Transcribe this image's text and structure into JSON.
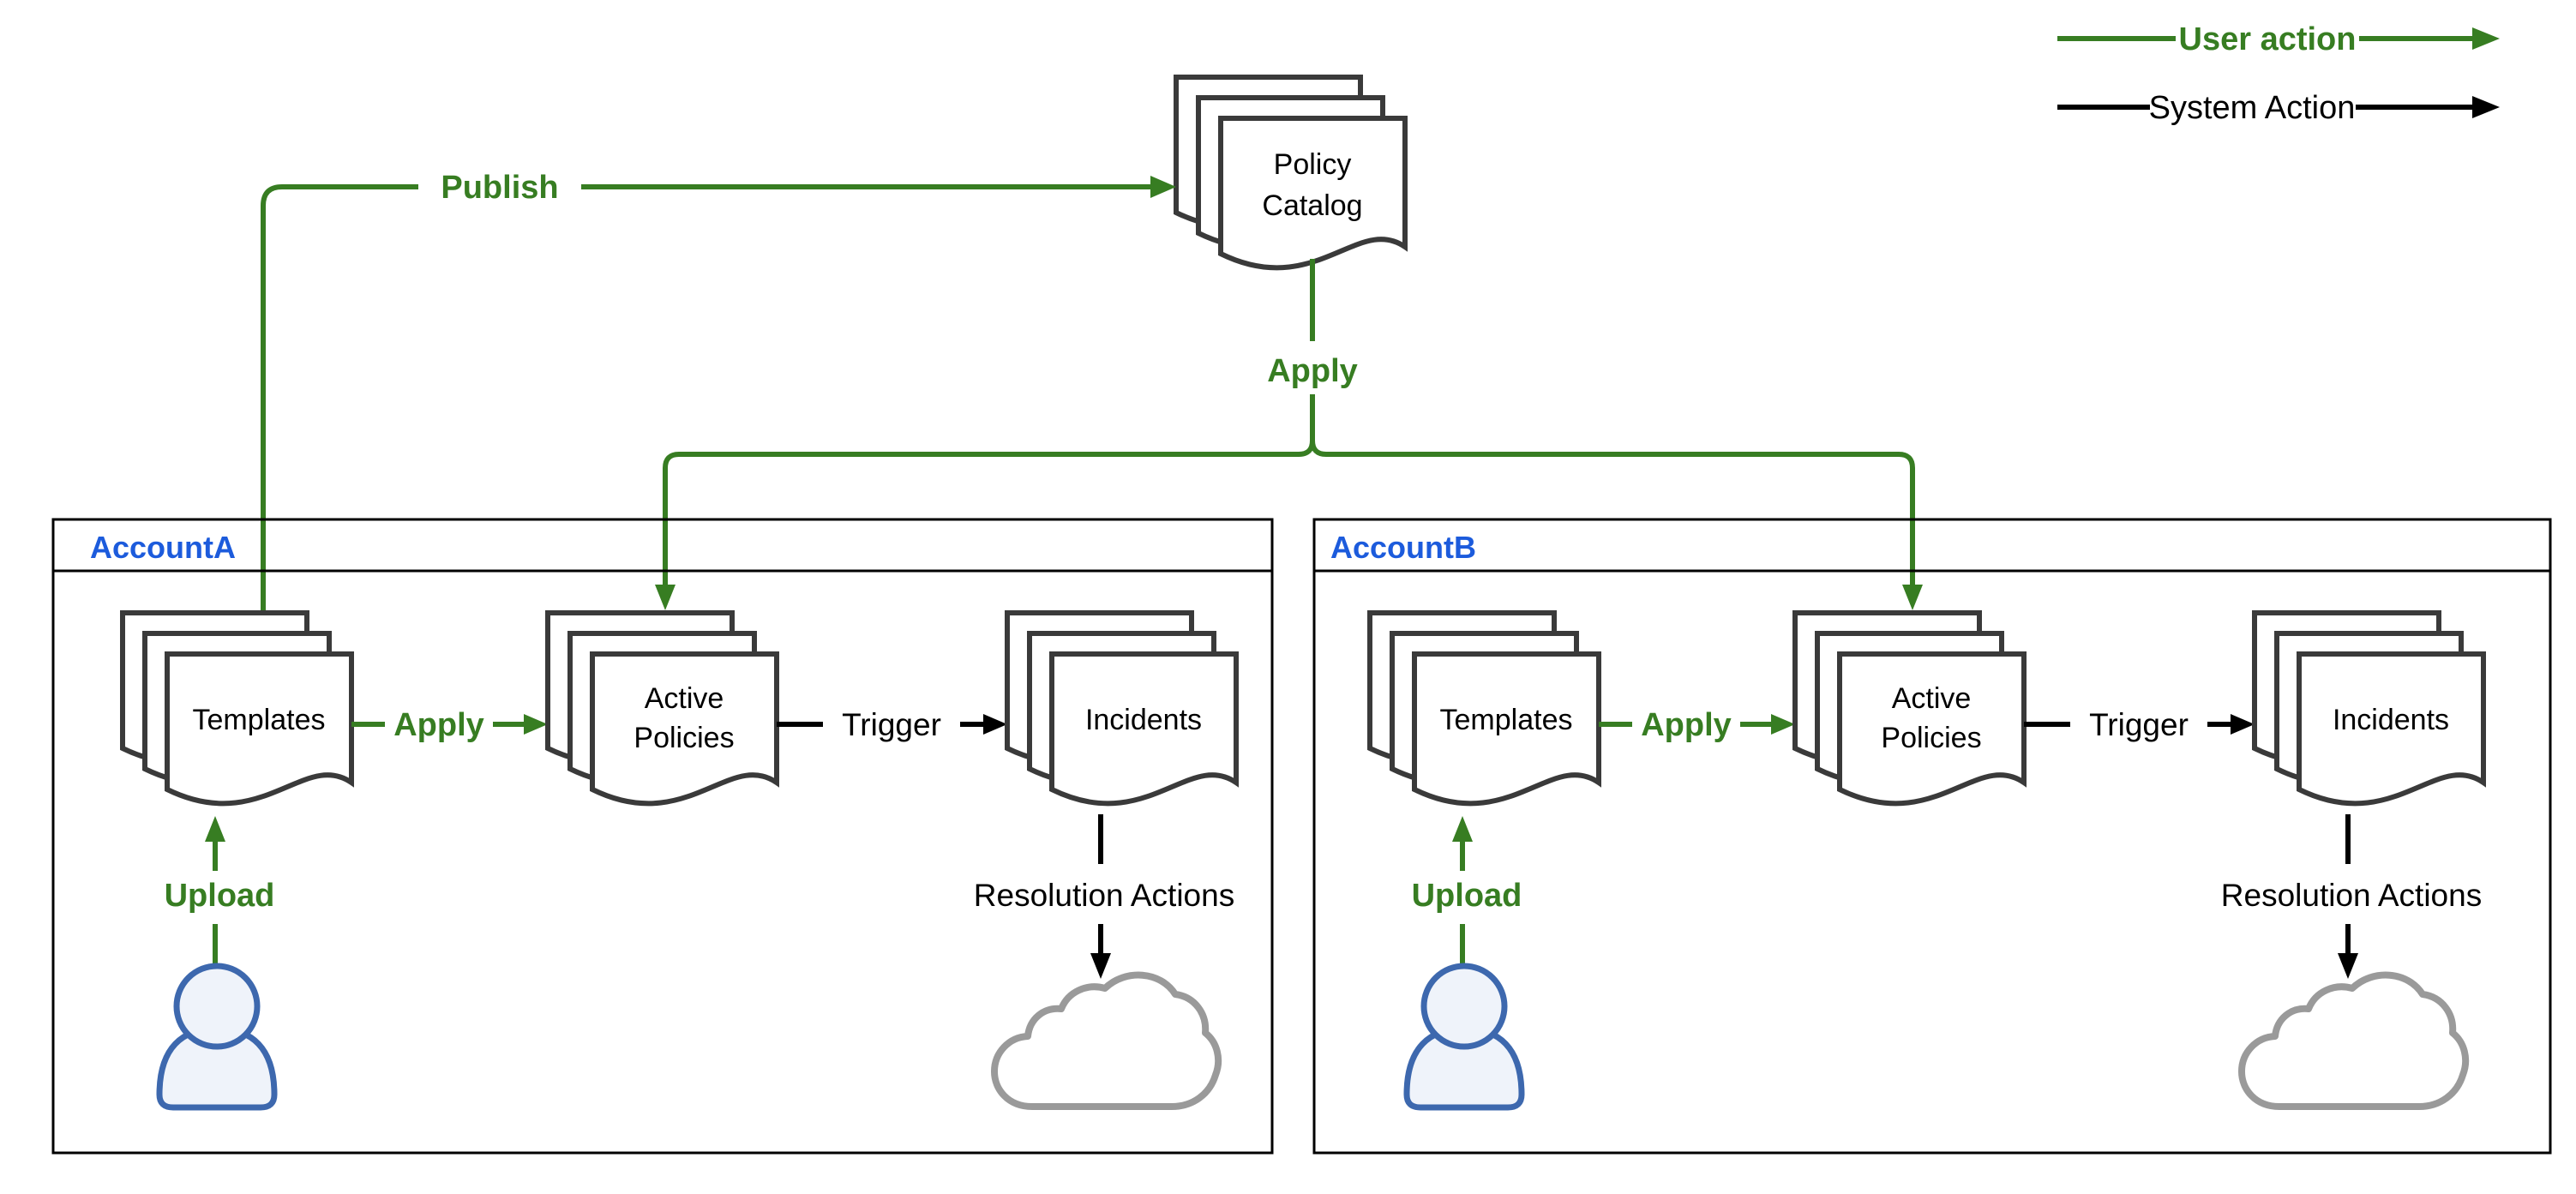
{
  "legend": {
    "user_action": {
      "label": "User action",
      "color": "#377d22"
    },
    "system_action": {
      "label": "System Action",
      "color": "#000000"
    }
  },
  "policy_catalog": {
    "icon": "document-stack-icon",
    "label_line1": "Policy",
    "label_line2": "Catalog"
  },
  "global_connectors": {
    "publish_label": "Publish",
    "apply_label": "Apply"
  },
  "accounts": [
    {
      "title": "AccountA",
      "templates_label": "Templates",
      "apply_label": "Apply",
      "active_policies_line1": "Active",
      "active_policies_line2": "Policies",
      "trigger_label": "Trigger",
      "incidents_label": "Incidents",
      "upload_label": "Upload",
      "resolution_label": "Resolution Actions",
      "user_icon": "user-icon",
      "cloud_icon": "cloud-icon"
    },
    {
      "title": "AccountB",
      "templates_label": "Templates",
      "apply_label": "Apply",
      "active_policies_line1": "Active",
      "active_policies_line2": "Policies",
      "trigger_label": "Trigger",
      "incidents_label": "Incidents",
      "upload_label": "Upload",
      "resolution_label": "Resolution Actions",
      "user_icon": "user-icon",
      "cloud_icon": "cloud-icon"
    }
  ],
  "colors": {
    "user_action_green": "#377d22",
    "system_action_black": "#000000",
    "account_title_blue": "#1c5bdc",
    "document_stroke": "#3a3a3a",
    "person_stroke": "#3d68ae",
    "person_fill": "#eff3fa",
    "cloud_stroke": "#9a9a9a",
    "background": "#ffffff"
  }
}
